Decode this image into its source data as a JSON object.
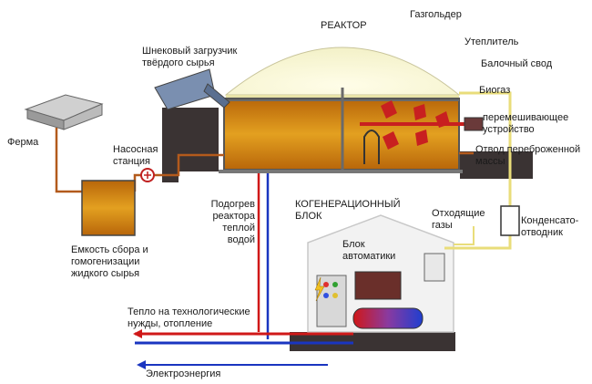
{
  "colors": {
    "substrate": "#e3a020",
    "substrate_dark": "#b8660a",
    "dome": "#f3f1c8",
    "ground": "#3a3333",
    "feed_pipe": "#b35a1c",
    "hot_line": "#d01818",
    "cold_line": "#1a35c0",
    "gas_line": "#e9dd7a",
    "mixer": "#c82020",
    "building": "#f2f2f2",
    "building_stroke": "#c8c8c8",
    "heat_tank_red": "#d01818",
    "heat_tank_blue": "#1f3fd0"
  },
  "labels": {
    "reactor": "РЕАКТОР",
    "gas_holder": "Газгольдер",
    "insulation": "Утеплитель",
    "beam_vault": "Балочный свод",
    "biogas": "Биогаз",
    "mixer_line1": "перемешивающее",
    "mixer_line2": "устройство",
    "spent_line1": "Отвод переброженной",
    "spent_line2": "массы",
    "loader_line1": "Шнековый загрузчик",
    "loader_line2": "твёрдого сырья",
    "farm": "Ферма",
    "pump_line1": "Насосная",
    "pump_line2": "станция",
    "tank_line1": "Емкость сбора и",
    "tank_line2": "гомогенизации",
    "tank_line3": "жидкого сырья",
    "heating_line1": "Подогрев",
    "heating_line2": "реактора",
    "heating_line3": "теплой",
    "heating_line4": "водой",
    "cogen_line1": "КОГЕНЕРАЦИОННЫЙ",
    "cogen_line2": "БЛОК",
    "exhaust_line1": "Отходящие",
    "exhaust_line2": "газы",
    "condensate_line1": "Конденсато-",
    "condensate_line2": "отводник",
    "automation_line1": "Блок",
    "automation_line2": "автоматики",
    "heat_line1": "Тепло на технологические",
    "heat_line2": "нужды, отопление",
    "electricity": "Электроэнергия"
  }
}
